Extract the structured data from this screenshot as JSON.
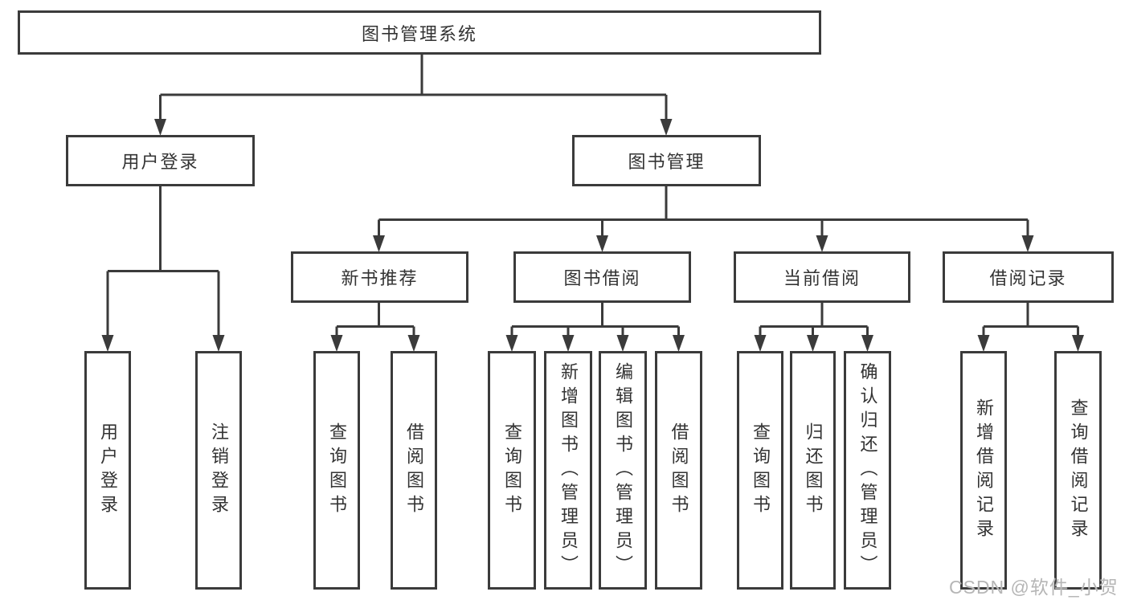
{
  "diagram": {
    "tree": {
      "label": "图书管理系统",
      "children": [
        {
          "label": "用户登录",
          "children": [
            {
              "label": "用户登录"
            },
            {
              "label": "注销登录"
            }
          ]
        },
        {
          "label": "图书管理",
          "children": [
            {
              "label": "新书推荐",
              "children": [
                {
                  "label": "查询图书"
                },
                {
                  "label": "借阅图书"
                }
              ]
            },
            {
              "label": "图书借阅",
              "children": [
                {
                  "label": "查询图书"
                },
                {
                  "label": "新增图书（管理员）"
                },
                {
                  "label": "编辑图书（管理员）"
                },
                {
                  "label": "借阅图书"
                }
              ]
            },
            {
              "label": "当前借阅",
              "children": [
                {
                  "label": "查询图书"
                },
                {
                  "label": "归还图书"
                },
                {
                  "label": "确认归还（管理员）"
                }
              ]
            },
            {
              "label": "借阅记录",
              "children": [
                {
                  "label": "新增借阅记录"
                },
                {
                  "label": "查询借阅记录"
                }
              ]
            }
          ]
        }
      ]
    },
    "colors": {
      "line": "#3b3b3b",
      "box_border": "#3b3b3b",
      "text": "#333333",
      "background": "#ffffff",
      "watermark": "#b6b6b6"
    }
  },
  "watermark": {
    "text": "CSDN @软件_小贺同学"
  }
}
